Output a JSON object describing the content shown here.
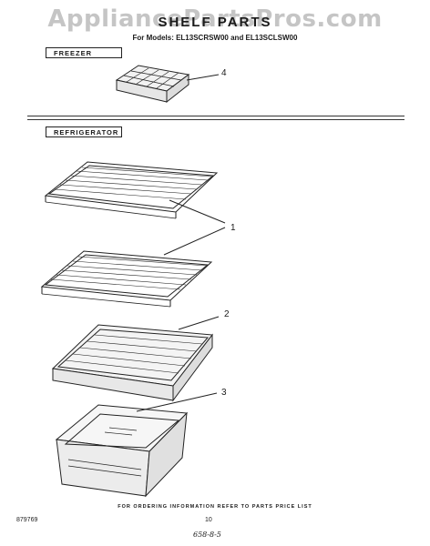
{
  "watermark": "AppliancePartsPros.com",
  "title": "SHELF PARTS",
  "subtitle": "For Models: EL13SCRSW00 and EL13SCLSW00",
  "sections": {
    "freezer": "FREEZER",
    "refrigerator": "REFRIGERATOR"
  },
  "callouts": {
    "c4": "4",
    "c1": "1",
    "c2": "2",
    "c3": "3"
  },
  "footer": {
    "ordering_note": "FOR ORDERING INFORMATION REFER TO PARTS PRICE LIST",
    "diagram_number": "879769",
    "page_number": "10",
    "handwritten": "658-8-5"
  }
}
